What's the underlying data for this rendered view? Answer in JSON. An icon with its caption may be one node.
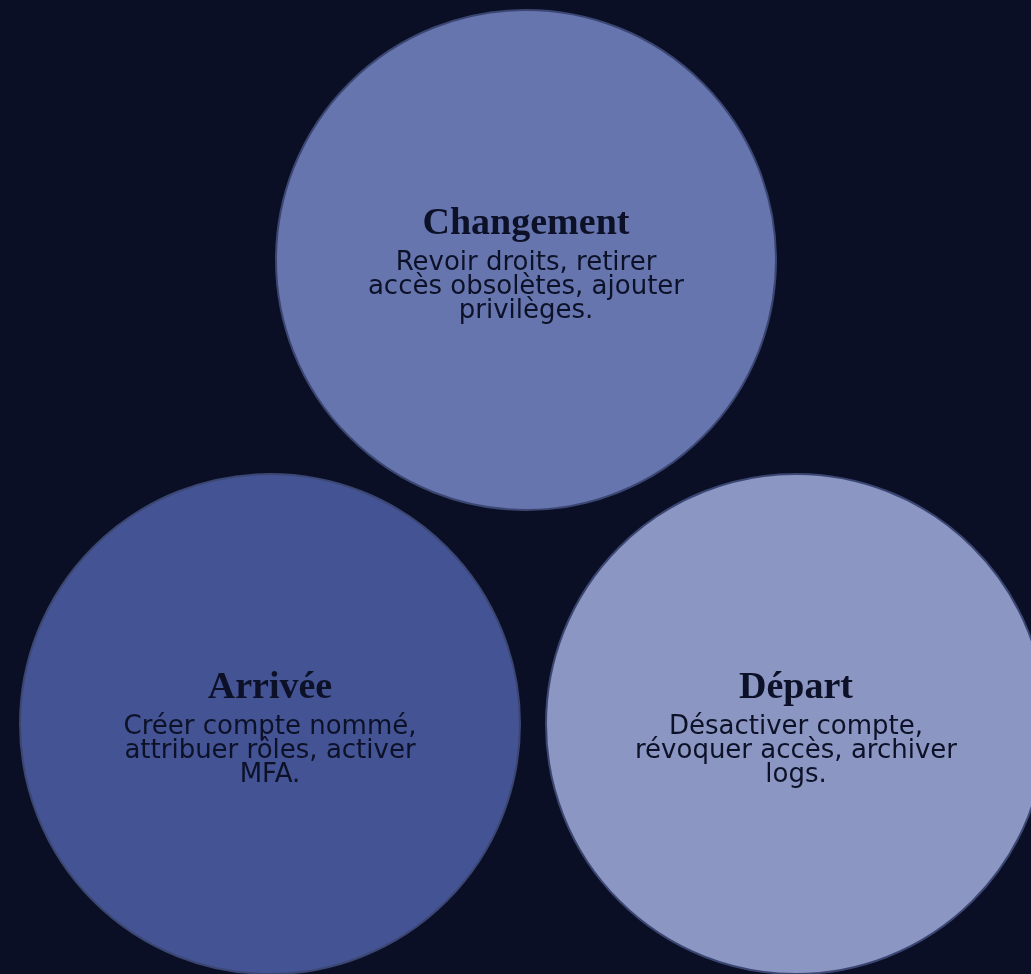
{
  "diagram": {
    "nodes": [
      {
        "text": [
          "Changement",
          "Revoir droits, retirer accès obsolètes, ajouter privilèges."
        ]
      },
      {
        "text": [
          "Arrivée",
          "Créer compte nommé, attribuer rôles, activer MFA."
        ]
      },
      {
        "text": [
          "Départ",
          "Désactiver compte, révoquer accès, archiver logs."
        ]
      }
    ]
  }
}
